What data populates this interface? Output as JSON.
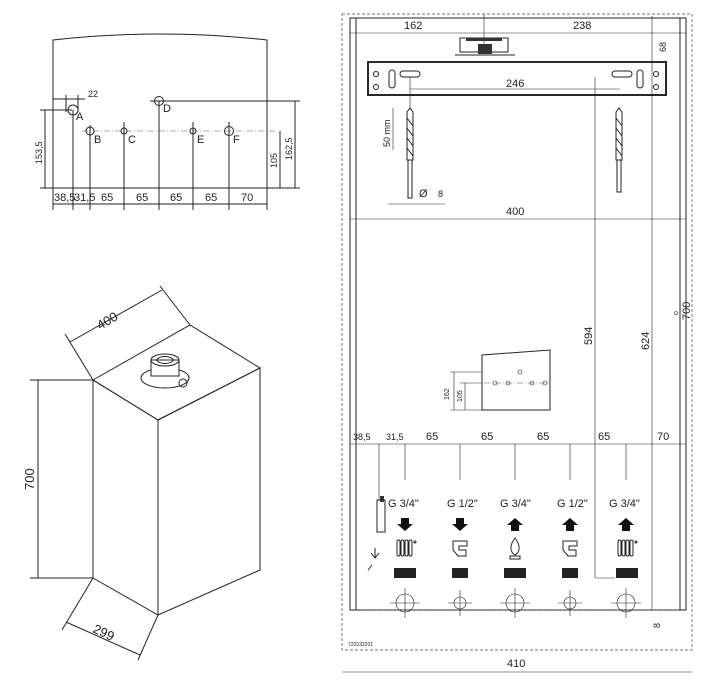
{
  "top_left_view": {
    "points": [
      "A",
      "B",
      "C",
      "D",
      "E",
      "F"
    ],
    "dim_22": "22",
    "dim_153_5": "153,5",
    "dim_105": "105",
    "dim_162_5": "162,5",
    "bottom_dims": [
      "38,5",
      "31,5",
      "65",
      "65",
      "65",
      "65",
      "70"
    ]
  },
  "iso_view": {
    "width": "400",
    "height": "700",
    "depth": "299"
  },
  "front_view": {
    "top_dims": [
      "162",
      "238"
    ],
    "dim_68": "68",
    "dim_246": "246",
    "drill_depth": "50 mm",
    "drill_diameter_symbol": "Ø",
    "drill_diameter": "8",
    "dim_400": "400",
    "dim_594": "594",
    "dim_624": "624",
    "dim_700": "700",
    "inset_dims": [
      "162",
      "105"
    ],
    "bottom_dims": [
      "38,5",
      "31,5",
      "65",
      "65",
      "65",
      "65",
      "70"
    ],
    "connections": [
      {
        "thread": "G 3/4\"",
        "direction": "down",
        "icon": "radiator-icon"
      },
      {
        "thread": "G 1/2\"",
        "direction": "down",
        "icon": "tap-icon"
      },
      {
        "thread": "G 3/4\"",
        "direction": "up",
        "icon": "gas-flame-icon"
      },
      {
        "thread": "G 1/2\"",
        "direction": "up",
        "icon": "tap-icon"
      },
      {
        "thread": "G 3/4\"",
        "direction": "up",
        "icon": "radiator-icon"
      }
    ],
    "dim_8": "8",
    "drawing_code": "722032201",
    "dim_410": "410"
  }
}
